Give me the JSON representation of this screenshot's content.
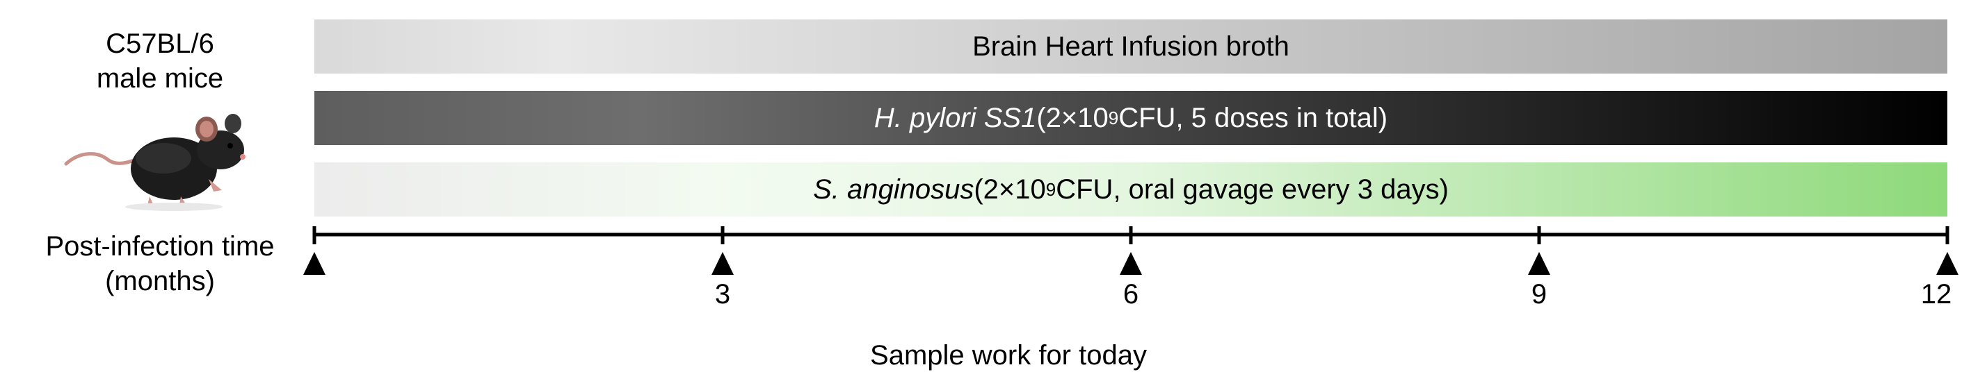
{
  "subject": {
    "line1": "C57BL/6",
    "line2": "male mice",
    "icon": "mouse-icon"
  },
  "bars": [
    {
      "id": "bhi",
      "text": "Brain Heart Infusion broth"
    },
    {
      "id": "hp",
      "italic": "H. pylori SS1",
      "pre": " (2×10",
      "sup": "9",
      "post": " CFU, 5 doses in total)"
    },
    {
      "id": "sa",
      "italic": "S. anginosus",
      "pre": " (2×10",
      "sup": "9",
      "post": " CFU, oral gavage every 3 days)"
    }
  ],
  "timeline": {
    "label_line1": "Post-infection time",
    "label_line2": "(months)",
    "ticks": [
      "3",
      "6",
      "9",
      "12"
    ],
    "marker_symbol": "▲"
  },
  "caption": "Sample work for today"
}
